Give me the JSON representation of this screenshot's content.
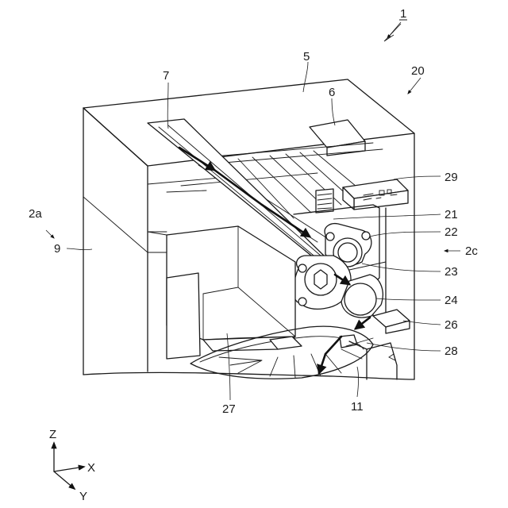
{
  "labels": {
    "l1": "1",
    "l20": "20",
    "l5": "5",
    "l7": "7",
    "l6": "6",
    "l29": "29",
    "l21": "21",
    "l22": "22",
    "l2a": "2a",
    "l9": "9",
    "l2c": "2c",
    "l23": "23",
    "l24": "24",
    "l26": "26",
    "l28": "28",
    "l27": "27",
    "l11": "11"
  },
  "axes": {
    "z": "Z",
    "x": "X",
    "y": "Y"
  }
}
